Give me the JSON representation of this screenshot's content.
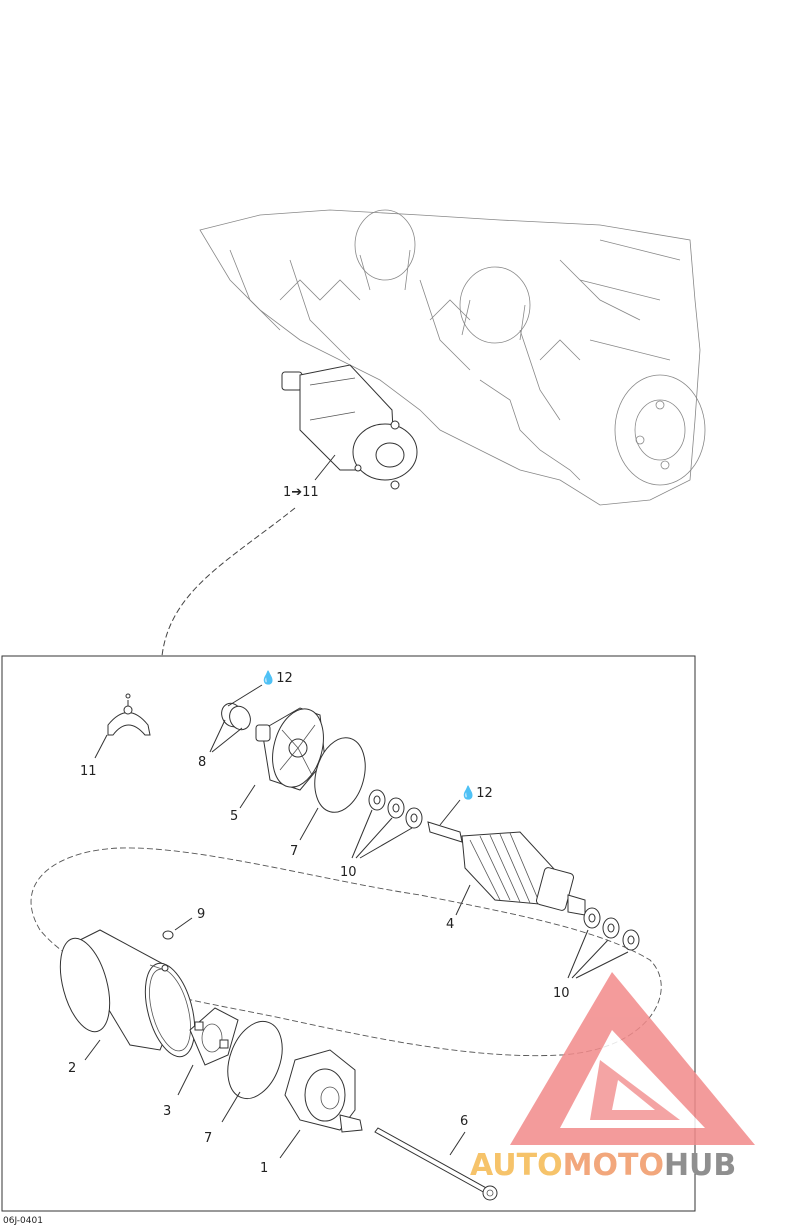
{
  "diagram": {
    "top_callout": "1➔11",
    "drawing_code": "06J-0401",
    "lube_mark_1": "12",
    "lube_mark_2": "12",
    "callouts": {
      "c1": "1",
      "c2": "2",
      "c3": "3",
      "c4": "4",
      "c5": "5",
      "c6": "6",
      "c7a": "7",
      "c7b": "7",
      "c8": "8",
      "c9": "9",
      "c10a": "10",
      "c10b": "10",
      "c11": "11"
    }
  },
  "watermark": {
    "part1": "AUTO",
    "part2": "MOTO",
    "part3": "HUB",
    "logo_color": "#f28a8a"
  }
}
